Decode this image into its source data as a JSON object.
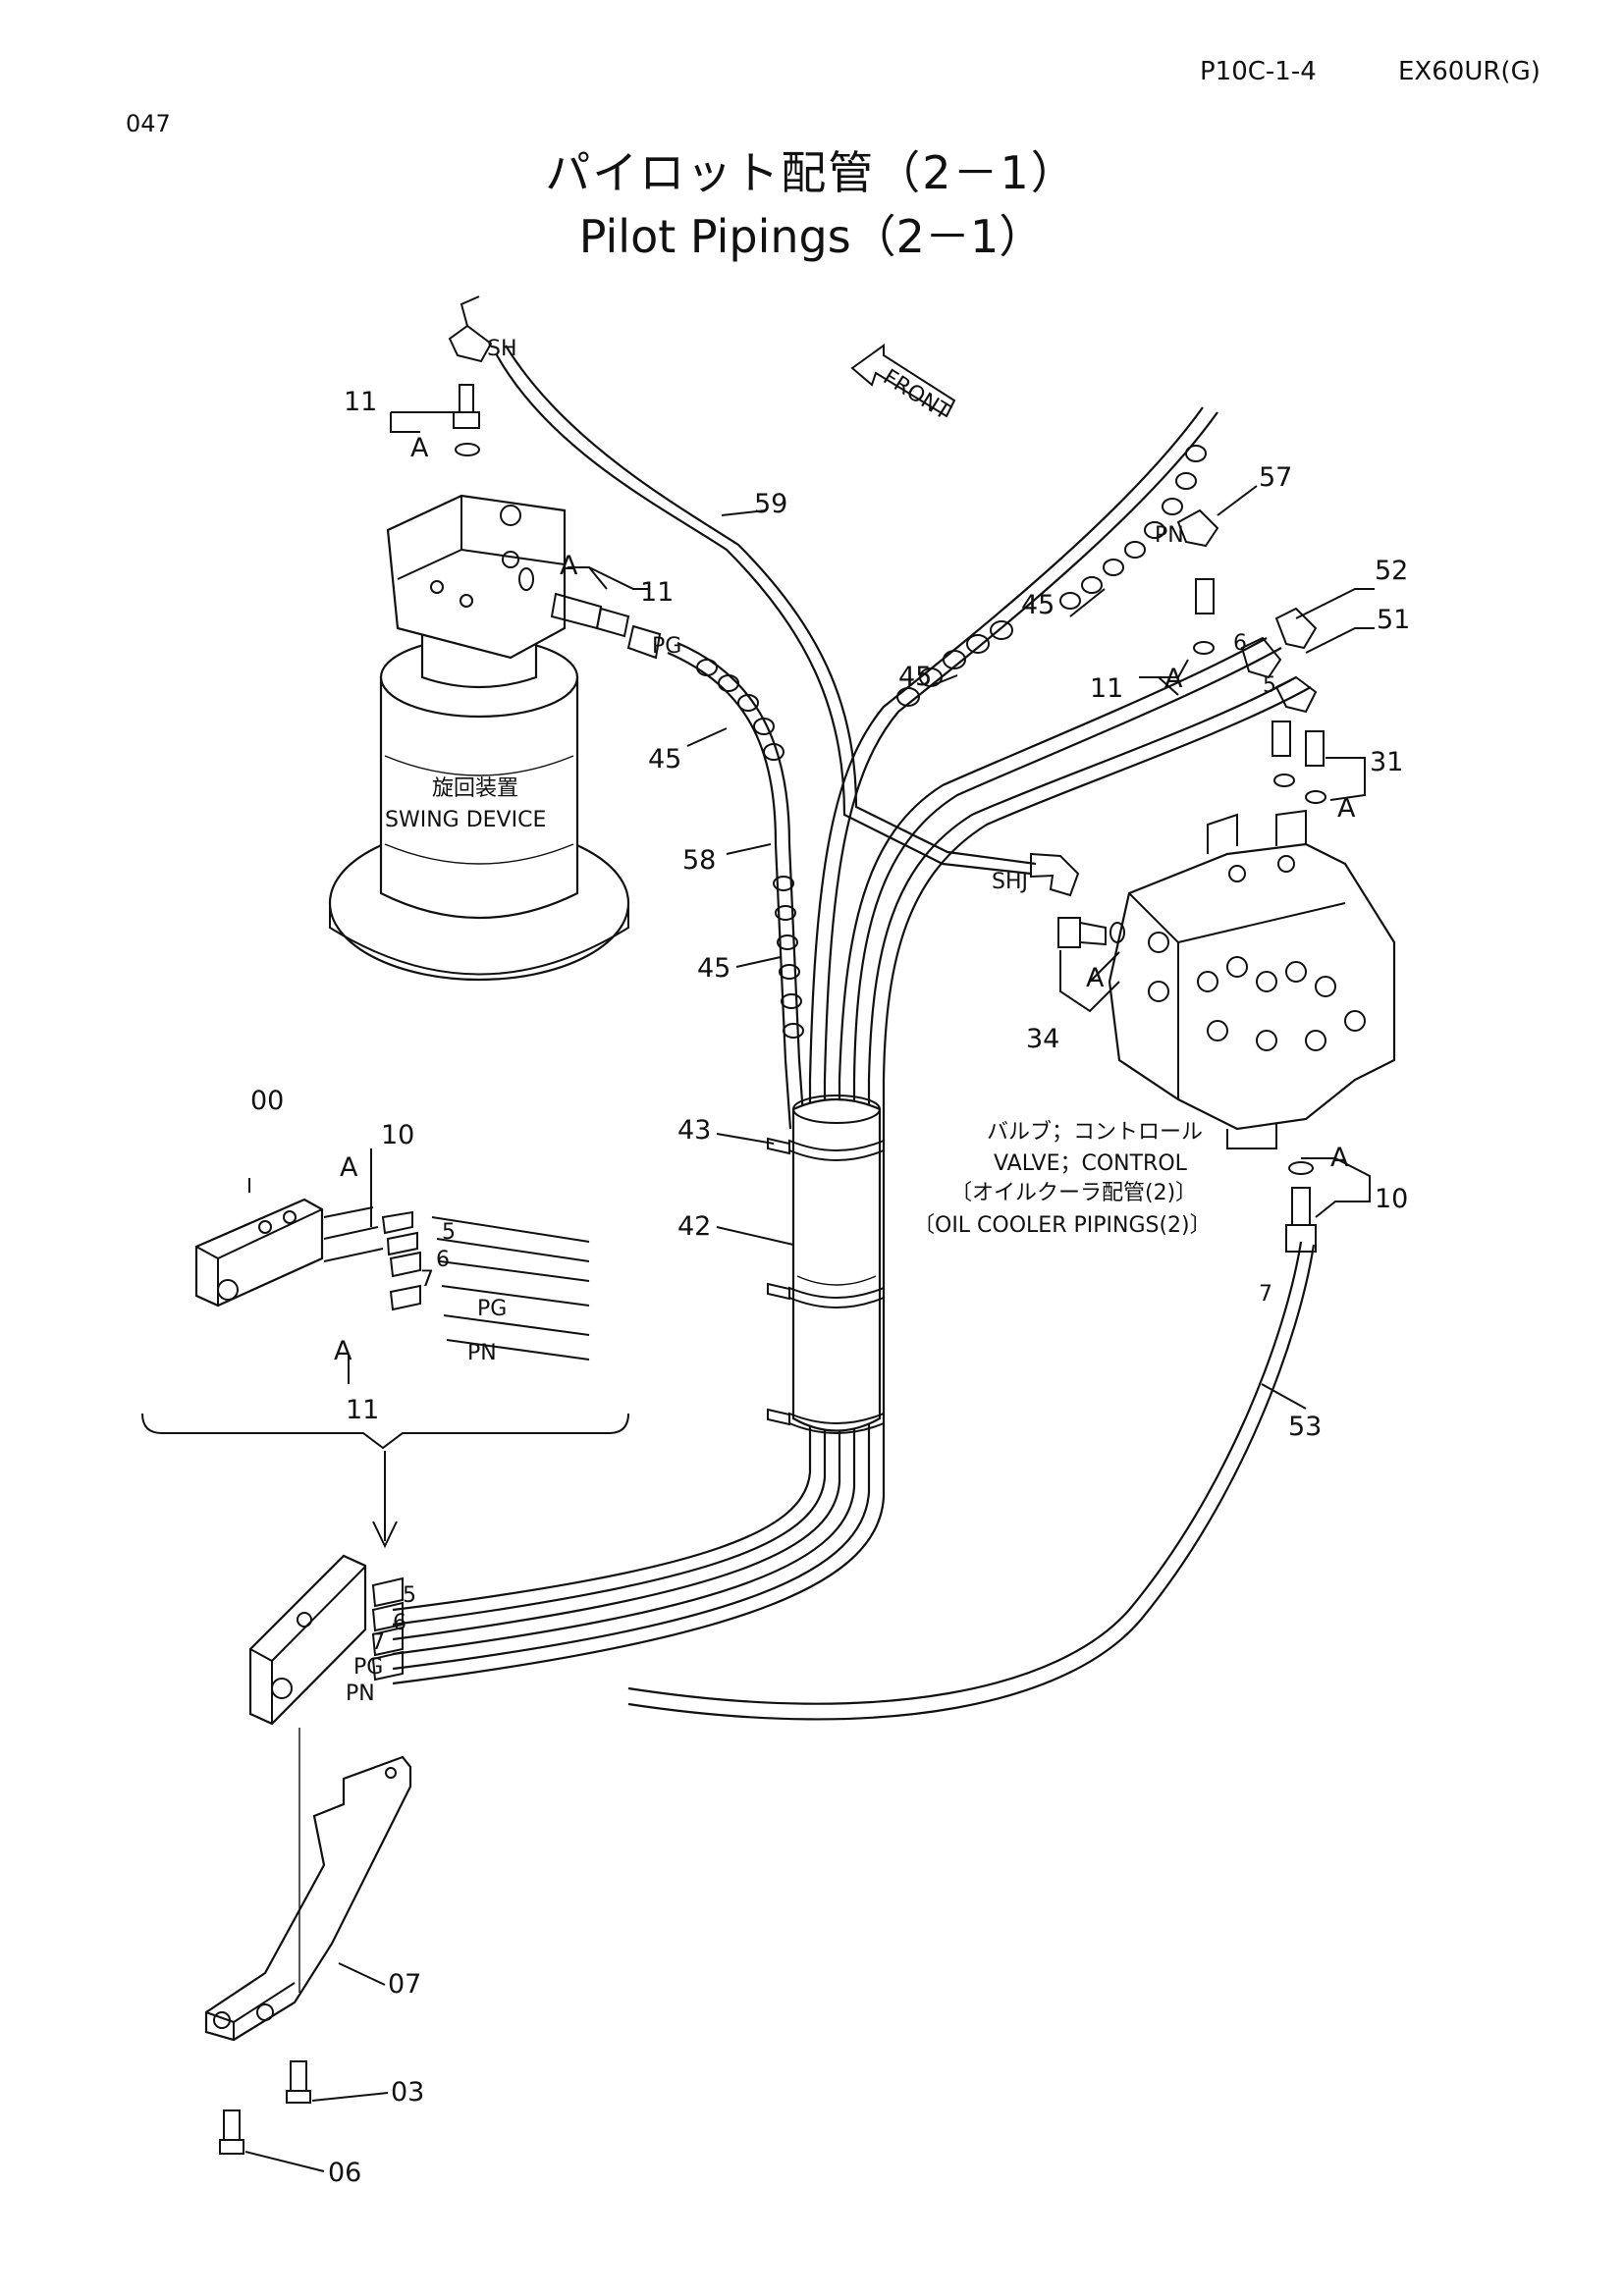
{
  "header": {
    "page_code": "P10C-1-4",
    "model": "EX60UR(G)",
    "page_number": "047"
  },
  "title": {
    "jp": "パイロット配管（2－1）",
    "en": "Pilot Pipings（2－1）"
  },
  "front_label": "FRONT",
  "components": {
    "swing_device_jp": "旋回装置",
    "swing_device_en": "SWING DEVICE",
    "valve_jp": "バルブ；コントロール",
    "valve_en": "VALVE；CONTROL",
    "valve_ref_jp": "〔オイルクーラ配管(2)〕",
    "valve_ref_en": "〔OIL COOLER PIPINGS(2)〕"
  },
  "port_labels": {
    "sh": "SH",
    "shj": "SHJ",
    "pg": "PG",
    "pn": "PN",
    "a": "A",
    "p5": "5",
    "p6": "6",
    "p7": "7"
  },
  "parts": [
    "00",
    "03",
    "06",
    "07",
    "10",
    "11",
    "31",
    "34",
    "42",
    "43",
    "45",
    "51",
    "52",
    "53",
    "57",
    "58",
    "59"
  ]
}
